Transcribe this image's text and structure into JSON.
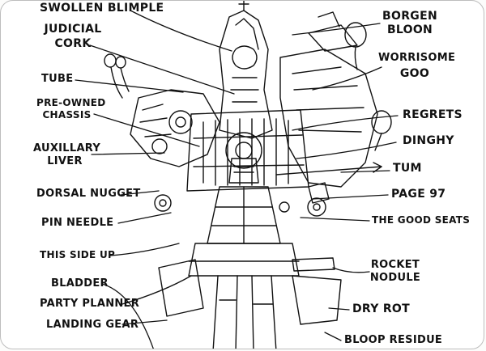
{
  "labels": {
    "swollen": "SWOLLEN BLIMPLE",
    "judicial_1": "JUDICIAL",
    "judicial_2": "CORK",
    "tube": "TUBE",
    "preowned_1": "PRE-OWNED",
    "preowned_2": "CHASSIS",
    "auxillary_1": "AUXILLARY",
    "auxillary_2": "LIVER",
    "dorsal": "DORSAL NUGGET",
    "pin": "PIN NEEDLE",
    "this_side": "THIS SIDE UP",
    "bladder": "BLADDER",
    "party": "PARTY PLANNER",
    "landing": "LANDING GEAR",
    "borgen_1": "BORGEN",
    "borgen_2": "BLOON",
    "worrisome_1": "WORRISOME",
    "worrisome_2": "GOO",
    "regrets": "REGRETS",
    "dinghy": "DINGHY",
    "tum": "TUM",
    "page97": "PAGE 97",
    "good_seats": "THE GOOD SEATS",
    "rocket_1": "ROCKET",
    "rocket_2": "NODULE",
    "dry_rot": "DRY ROT",
    "bloop": "BLOOP RESIDUE"
  },
  "colors": {
    "ink": "#111111",
    "frame": "#bdbdbd",
    "paper": "#ffffff"
  }
}
